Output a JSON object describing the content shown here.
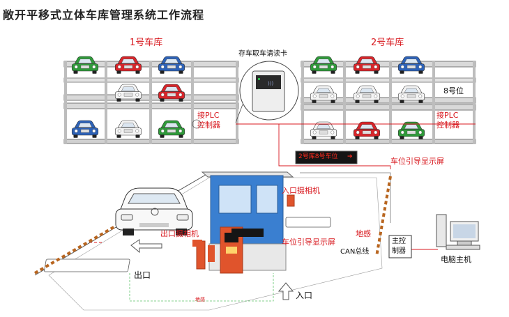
{
  "title": "敞开平移式立体车库管理系统工作流程",
  "garage1": {
    "label": "1号车库",
    "controller": [
      "接PLC",
      "控制器"
    ]
  },
  "garage2": {
    "label": "2号车库",
    "controller": [
      "接PLC",
      "控制器"
    ],
    "slot_label": "8号位"
  },
  "card_reader": {
    "label": "存车取车请读卡"
  },
  "led_display": {
    "text": "2号库8号车位",
    "arrow": "➔",
    "label": "车位引导显示屏"
  },
  "entrance_camera": "入口摄相机",
  "exit_camera": "出口摄相机",
  "ground_sensor_right": "地感",
  "ground_sensor_bottom": "地感",
  "guide_screen_bottom": "车位引导显示屏",
  "can_bus": "CAN总线",
  "main_controller": [
    "主控",
    "制器"
  ],
  "computer": "电脑主机",
  "exit": "出口",
  "entry": "入口",
  "colors": {
    "accent_red": "#d8191f",
    "car_green": "#2f9a3a",
    "car_red": "#d8252a",
    "car_blue": "#2d62b8",
    "car_white": "#f4f4f4",
    "booth_blue": "#3a7fd0",
    "pillar_orange": "#e0542c"
  }
}
